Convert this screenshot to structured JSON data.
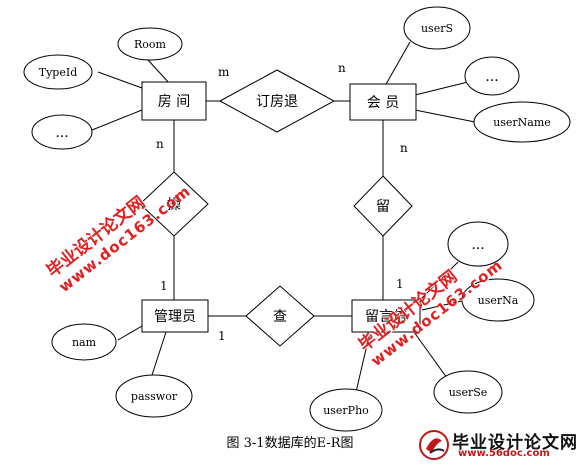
{
  "entities": {
    "room": "房 间",
    "member": "会 员",
    "admin": "管理员",
    "message": "留言信"
  },
  "relationships": {
    "book": "订房退",
    "operate": "操",
    "leave": "留",
    "query": "查"
  },
  "attributes": {
    "room_room": "Room",
    "room_typeid": "TypeId",
    "room_more": "...",
    "member_users": "userS",
    "member_more": "...",
    "member_username": "userName",
    "admin_name": "nam",
    "admin_password": "passwor",
    "msg_more": "...",
    "msg_userna": "userNa",
    "msg_userse": "userSe",
    "msg_userpho": "userPho"
  },
  "cardinalities": {
    "room_book": "m",
    "member_book": "n",
    "room_operate": "n",
    "admin_operate": "1",
    "member_leave": "n",
    "admin_query": "1",
    "msg_leave": "1"
  },
  "caption": "图  3-1数据库的E-R图",
  "watermarks": {
    "cn": "毕业设计论文网",
    "url": "www.doc163.com"
  },
  "logo": {
    "title": "毕业设计论文网",
    "url": "www.56doc.com",
    "accent": "#c01818"
  },
  "colors": {
    "line": "#000000",
    "watermark": "#e02020"
  }
}
